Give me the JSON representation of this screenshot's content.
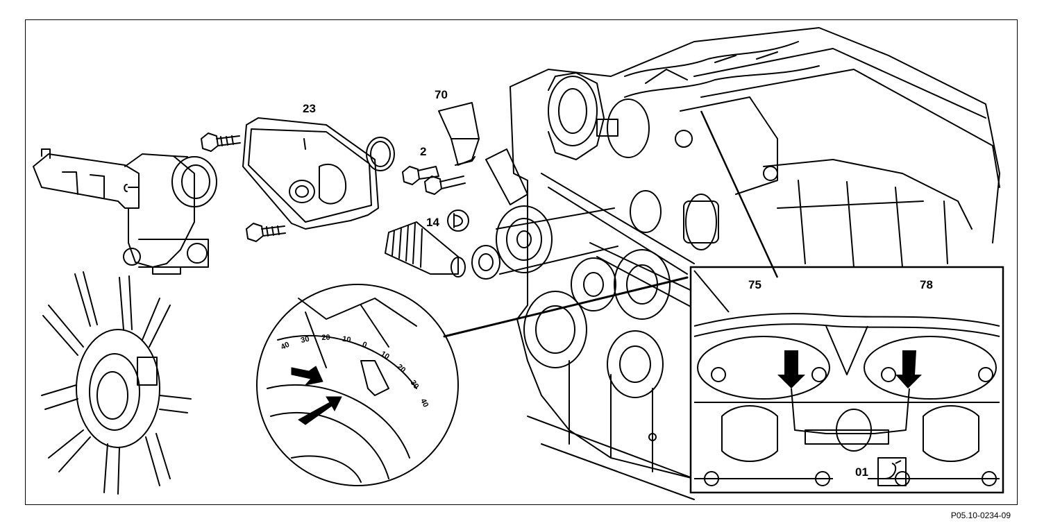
{
  "labels": {
    "part_23": "23",
    "part_70": "70",
    "part_2": "2",
    "part_14": "14",
    "part_75": "75",
    "part_78": "78",
    "part_01": "01"
  },
  "scale_marks": [
    "40",
    "30",
    "20",
    "10",
    "0",
    "10",
    "20",
    "30",
    "40"
  ],
  "reference_code": "P05.10-0234-09",
  "colors": {
    "ink": "#000000",
    "paper": "#ffffff"
  }
}
